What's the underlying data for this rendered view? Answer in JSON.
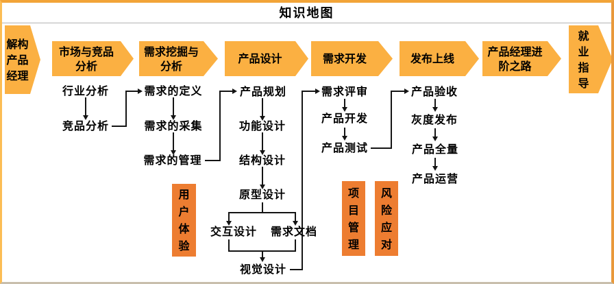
{
  "title": "知识地图",
  "colors": {
    "stage_fill": "#FBB042",
    "side_box_fill": "#ED7D31",
    "border_orange": "#F2A438",
    "connector": "#141414"
  },
  "stages": [
    {
      "label": "解构产品经理",
      "lines": [
        "解构",
        "产品",
        "经理"
      ]
    },
    {
      "label": "市场与竞品分析",
      "lines": [
        "市场与竞品",
        "分析"
      ]
    },
    {
      "label": "需求挖掘与分析",
      "lines": [
        "需求挖掘与",
        "分析"
      ]
    },
    {
      "label": "产品设计",
      "lines": [
        "产品设计"
      ]
    },
    {
      "label": "需求开发",
      "lines": [
        "需求开发"
      ]
    },
    {
      "label": "发布上线",
      "lines": [
        "发布上线"
      ]
    },
    {
      "label": "产品经理进阶之路",
      "lines": [
        "产品经理进",
        "阶之路"
      ]
    },
    {
      "label": "就业指导",
      "lines": [
        "就",
        "业",
        "指",
        "导"
      ]
    }
  ],
  "nodes": {
    "industry_analysis": "行业分析",
    "competitor_analysis": "竞品分析",
    "req_definition": "需求的定义",
    "req_collection": "需求的采集",
    "req_management": "需求的管理",
    "product_planning": "产品规划",
    "function_design": "功能设计",
    "structure_design": "结构设计",
    "prototype_design": "原型设计",
    "interaction_design": "交互设计",
    "req_document": "需求文档",
    "visual_design": "视觉设计",
    "req_review": "需求评审",
    "product_dev": "产品开发",
    "product_test": "产品测试",
    "product_acceptance": "产品验收",
    "gray_release": "灰度发布",
    "full_release": "产品全量",
    "product_operation": "产品运营"
  },
  "side_boxes": [
    {
      "label": "用户体验",
      "lines": [
        "用",
        "户",
        "体",
        "验"
      ]
    },
    {
      "label": "项目管理",
      "lines": [
        "项",
        "目",
        "管",
        "理"
      ]
    },
    {
      "label": "风险应对",
      "lines": [
        "风",
        "险",
        "应",
        "对"
      ]
    }
  ]
}
